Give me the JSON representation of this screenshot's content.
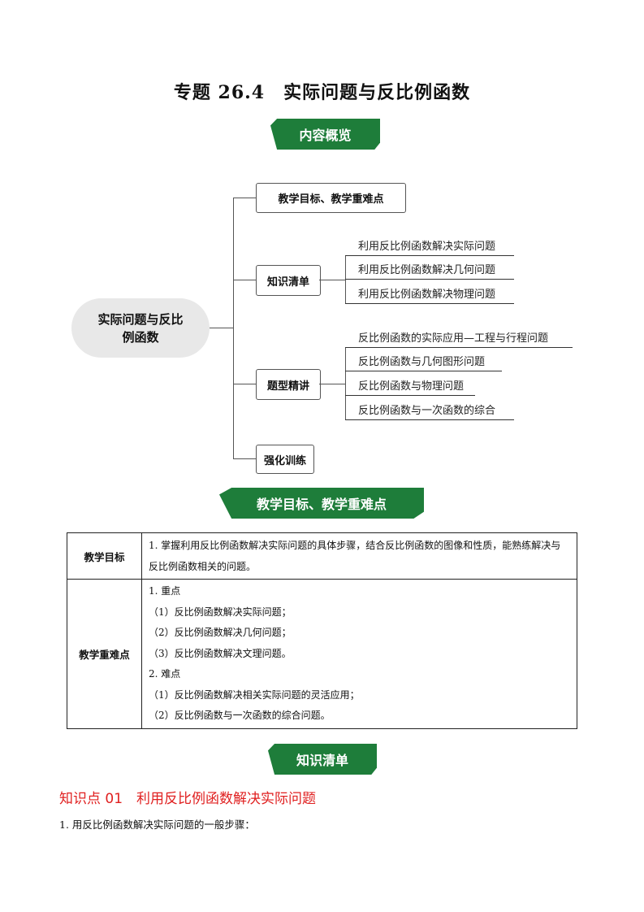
{
  "title": "专题 26.4　实际问题与反比例函数",
  "banners": {
    "overview": "内容概览",
    "goals": "教学目标、教学重难点",
    "knowledge": "知识清单"
  },
  "mindmap": {
    "root": "实际问题与反比例函数",
    "branches": [
      {
        "label": "教学目标、教学重难点"
      },
      {
        "label": "知识清单",
        "children": [
          "利用反比例函数解决实际问题",
          "利用反比例函数解决几何问题",
          "利用反比例函数解决物理问题"
        ]
      },
      {
        "label": "题型精讲",
        "children": [
          "反比例函数的实际应用—工程与行程问题",
          "反比例函数与几何图形问题",
          "反比例函数与物理问题",
          "反比例函数与一次函数的综合"
        ]
      },
      {
        "label": "强化训练"
      }
    ]
  },
  "table": {
    "rows": [
      {
        "header": "教学目标",
        "lines": [
          "1. 掌握利用反比例函数解决实际问题的具体步骤，结合反比例函数的图像和性质，能熟练解决与反比例函数相关的问题。"
        ]
      },
      {
        "header": "教学重难点",
        "lines": [
          "1. 重点",
          "（1）反比例函数解决实际问题；",
          "（2）反比例函数解决几何问题；",
          "（3）反比例函数解决文理问题。",
          "2. 难点",
          "（1）反比例函数解决相关实际问题的灵活应用；",
          "（2）反比例函数与一次函数的综合问题。"
        ]
      }
    ]
  },
  "section": {
    "heading": "知识点 01　利用反比例函数解决实际问题",
    "text": "1. 用反比例函数解决实际问题的一般步骤："
  }
}
